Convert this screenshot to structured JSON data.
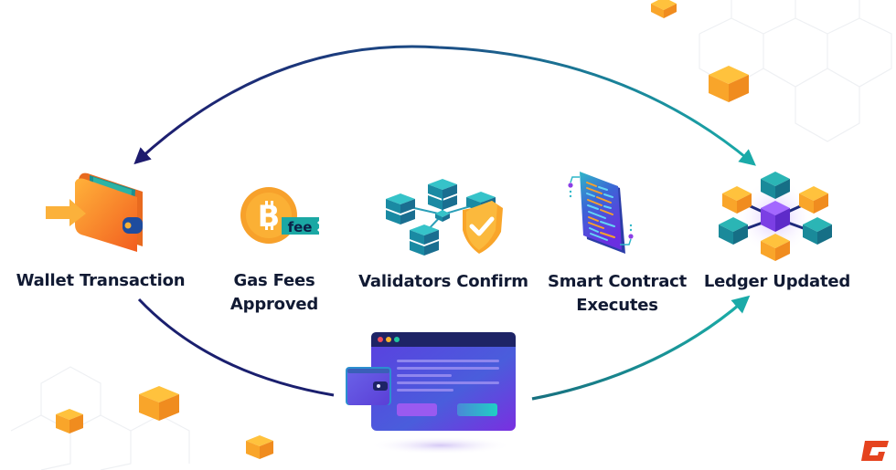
{
  "diagram": {
    "steps": [
      {
        "id": "wallet",
        "label": "Wallet Transaction",
        "icon": "wallet-icon"
      },
      {
        "id": "gas",
        "label_line1": "Gas Fees",
        "label_line2": "Approved",
        "icon": "bitcoin-fee-icon",
        "icon_text": "fee",
        "coin_symbol": "B"
      },
      {
        "id": "validators",
        "label": "Validators Confirm",
        "icon": "validator-servers-shield-icon"
      },
      {
        "id": "contract",
        "label_line1": "Smart Contract",
        "label_line2": "Executes",
        "icon": "smart-contract-document-icon"
      },
      {
        "id": "ledger",
        "label": "Ledger Updated",
        "icon": "ledger-blocks-network-icon"
      }
    ],
    "center_illustration": "browser-window-with-wallet-icon",
    "arrows": {
      "top_arc": "bidirectional arc from Ledger Updated back to Wallet Transaction",
      "bottom_arc": "flow from Wallet Transaction to Ledger Updated via center app"
    },
    "colors": {
      "navy": "#1a1f6e",
      "teal": "#1aa8a8",
      "orange": "#f7a12b",
      "purple": "#7b3fe4",
      "text": "#111a33",
      "logo": "#e5431e"
    }
  }
}
